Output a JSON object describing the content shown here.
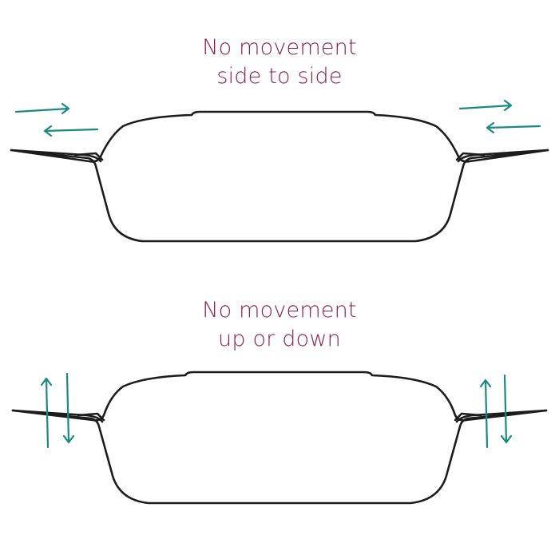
{
  "colors": {
    "caption": "#8e1f4f",
    "arrow": "#1a8a80",
    "outline": "#1c1c1c",
    "background": "#ffffff"
  },
  "captions": {
    "top": {
      "line1": "No movement",
      "line2": "side to side"
    },
    "bottom": {
      "line1": "No movement",
      "line2": "up or down"
    }
  },
  "panels": [
    {
      "name": "side-to-side",
      "arrow_direction": "horizontal"
    },
    {
      "name": "up-or-down",
      "arrow_direction": "vertical"
    }
  ],
  "icons": {
    "pan": "pan-outline-icon",
    "horizontal_arrows": "double-horizontal-arrow-icon",
    "vertical_arrows": "double-vertical-arrow-icon"
  }
}
